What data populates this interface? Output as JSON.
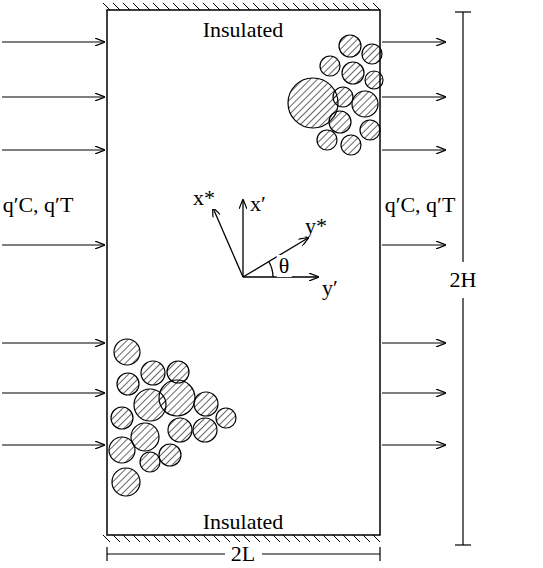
{
  "diagram": {
    "labels": [
      "Insulated",
      "Insulated",
      "q′C, q′T",
      "q′C, q′T",
      "x′",
      "x*",
      "y*",
      "y′",
      "θ",
      "2H",
      "2L"
    ]
  }
}
